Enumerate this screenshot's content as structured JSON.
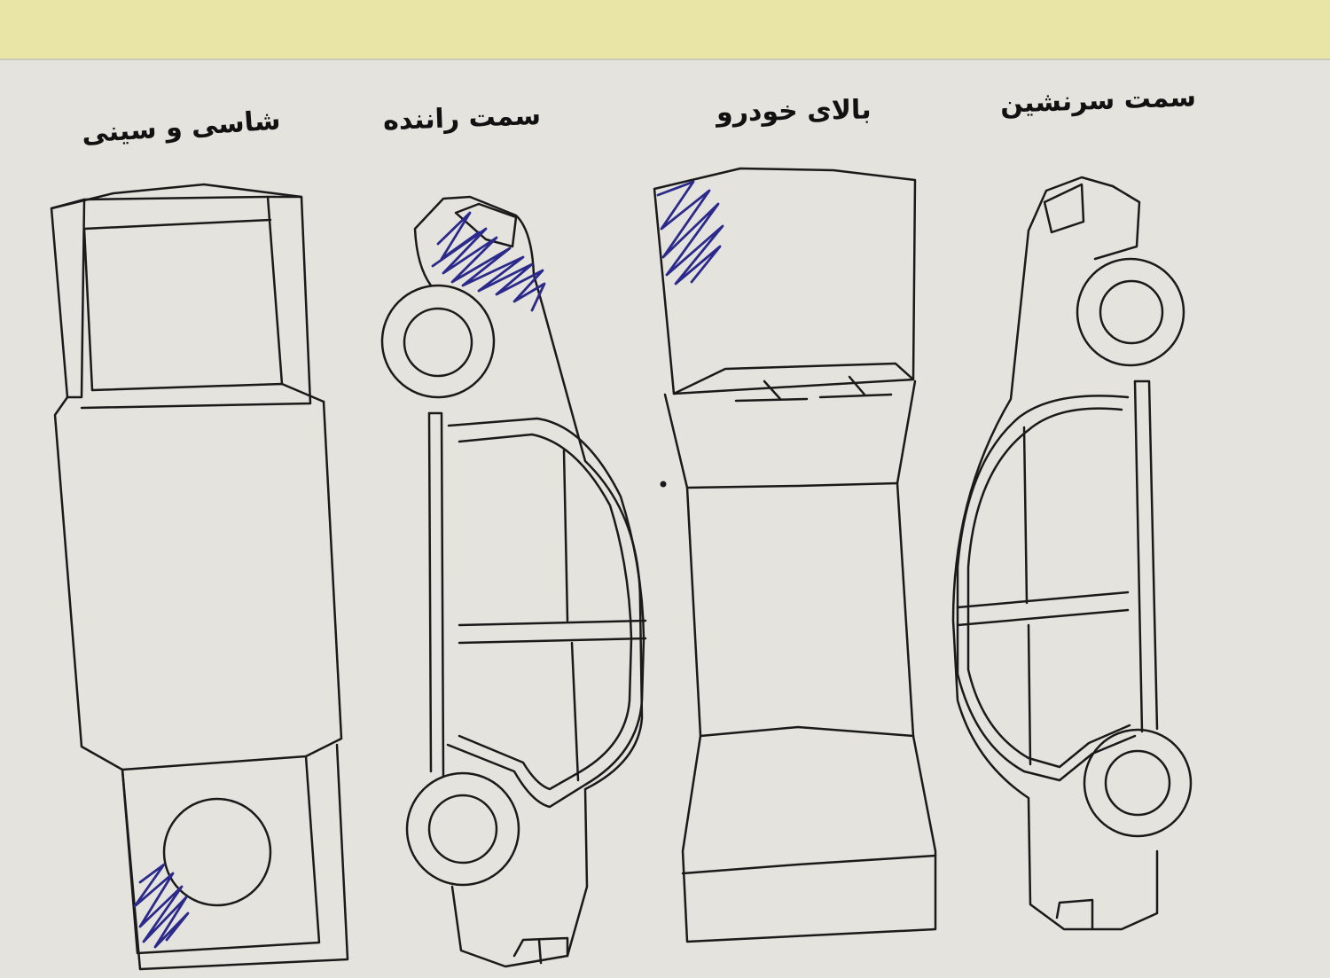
{
  "labels": {
    "chassis": "شاسی و سینی",
    "driver_side": "سمت راننده",
    "roof": "بالای خودرو",
    "passenger_side": "سمت سرنشین"
  },
  "colors": {
    "paper": "#e4e3dd",
    "ink": "#1a1a1a",
    "pen_marks": "#2b2a8c",
    "header_strip": "#e8e5a6"
  }
}
